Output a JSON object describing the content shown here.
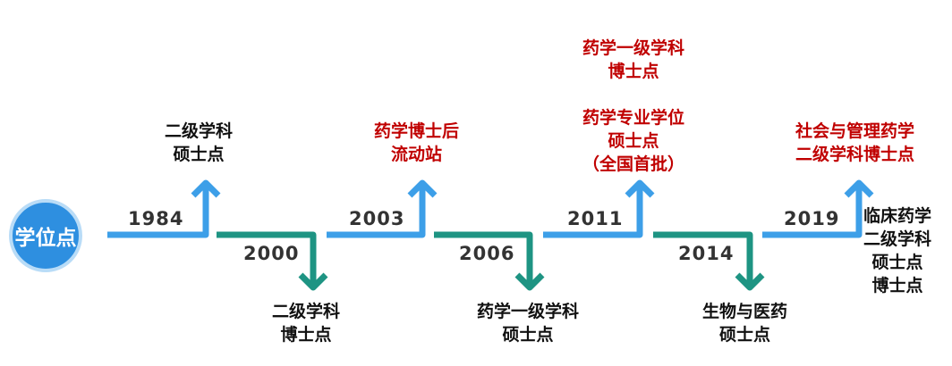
{
  "origin": {
    "label": "学位点"
  },
  "colors": {
    "up_arrow": "#3d9fe8",
    "down_arrow": "#1e9483",
    "text_dark": "#111111",
    "text_red": "#c00000",
    "year_text": "#333333"
  },
  "milestones": [
    {
      "year": "1984",
      "direction": "up",
      "label_lines": [
        "二级学科",
        "硕士点"
      ],
      "color": "#111111"
    },
    {
      "year": "2000",
      "direction": "down",
      "label_lines": [
        "二级学科",
        "博士点"
      ],
      "color": "#111111"
    },
    {
      "year": "2003",
      "direction": "up",
      "label_lines": [
        "药学博士后",
        "流动站"
      ],
      "color": "#c00000"
    },
    {
      "year": "2006",
      "direction": "down",
      "label_lines": [
        "药学一级学科",
        "硕士点"
      ],
      "color": "#111111"
    },
    {
      "year": "2011",
      "direction": "up",
      "label_lines": [
        "药学一级学科",
        "博士点",
        "",
        "药学专业学位",
        "硕士点",
        "（全国首批）"
      ],
      "color": "#c00000"
    },
    {
      "year": "2014",
      "direction": "down",
      "label_lines": [
        "生物与医药",
        "硕士点"
      ],
      "color": "#111111"
    },
    {
      "year": "2019",
      "direction": "up",
      "label_lines": [
        "社会与管理药学",
        "二级学科博士点"
      ],
      "color": "#c00000"
    }
  ],
  "side_note": {
    "label_lines": [
      "临床药学",
      "二级学科",
      "硕士点",
      "博士点"
    ],
    "color": "#111111"
  }
}
